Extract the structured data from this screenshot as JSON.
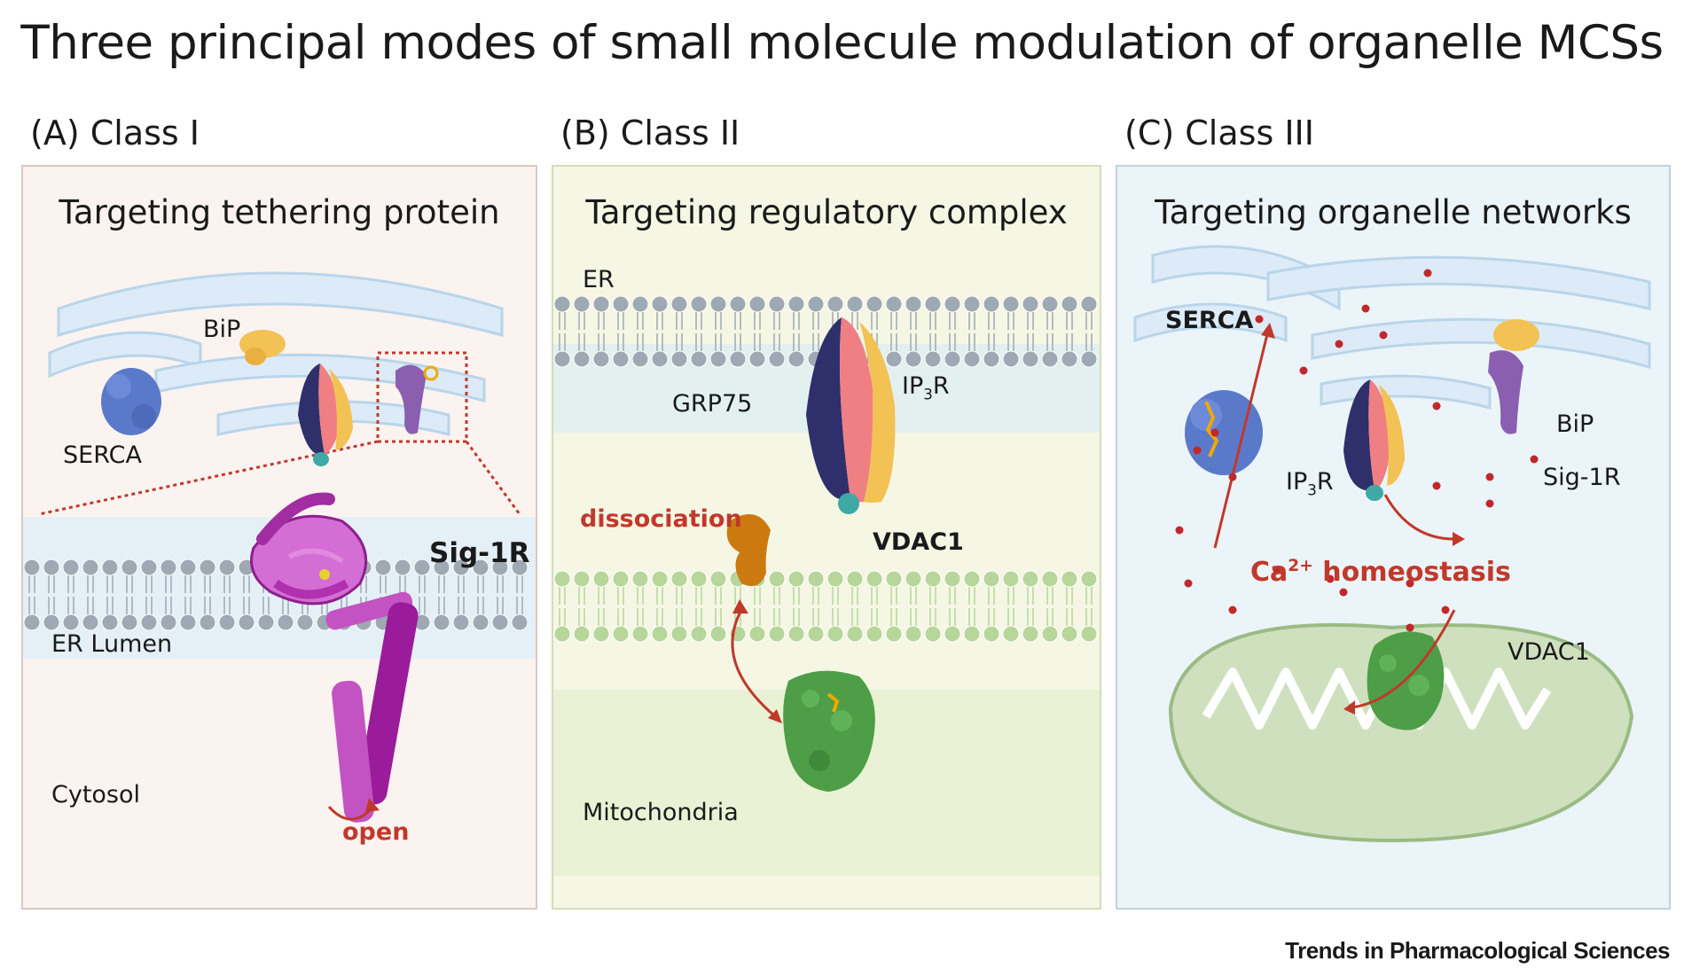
{
  "title": "Three principal modes of small molecule modulation of organelle MCSs",
  "panels": {
    "a": {
      "label": "(A) Class I",
      "heading": "Targeting tethering protein",
      "labels": {
        "bip": "BiP",
        "serca": "SERCA",
        "sig1r": "Sig-1R",
        "er_lumen": "ER Lumen",
        "cytosol": "Cytosol",
        "open": "open"
      }
    },
    "b": {
      "label": "(B) Class II",
      "heading": "Targeting regulatory complex",
      "labels": {
        "er": "ER",
        "grp75": "GRP75",
        "ip3r_main": "IP",
        "ip3r_sub": "3",
        "ip3r_end": "R",
        "dissociation": "dissociation",
        "vdac1": "VDAC1",
        "mitochondria": "Mitochondria"
      }
    },
    "c": {
      "label": "(C) Class III",
      "heading": "Targeting organelle networks",
      "labels": {
        "serca": "SERCA",
        "bip": "BiP",
        "ip3r_main": "IP",
        "ip3r_sub": "3",
        "ip3r_end": "R",
        "sig1r": "Sig-1R",
        "ca_main": "Ca",
        "ca_sup": "2+",
        "ca_end": " homeostasis",
        "vdac1": "VDAC1"
      }
    }
  },
  "footer": "Trends in Pharmacological Sciences",
  "colors": {
    "er_membrane": "#cfe4f3",
    "lipid_head_er": "#9fa9b3",
    "lipid_head_mito": "#b7d69a",
    "ip3r_navy": "#2f2f6b",
    "ip3r_pink": "#ef7f83",
    "ip3r_yellow": "#f2c255",
    "ip3r_teal": "#3fa9a6",
    "serca_blue": "#5a7ac9",
    "bip_yellow": "#f2c255",
    "sig1r_purple": "#8a5fb0",
    "grp75_orange": "#cc7a10",
    "vdac1_green": "#4e9e47",
    "ca_dot": "#c0282c",
    "arrow_red": "#c0392b",
    "mito_fill": "#cfe0bf"
  }
}
